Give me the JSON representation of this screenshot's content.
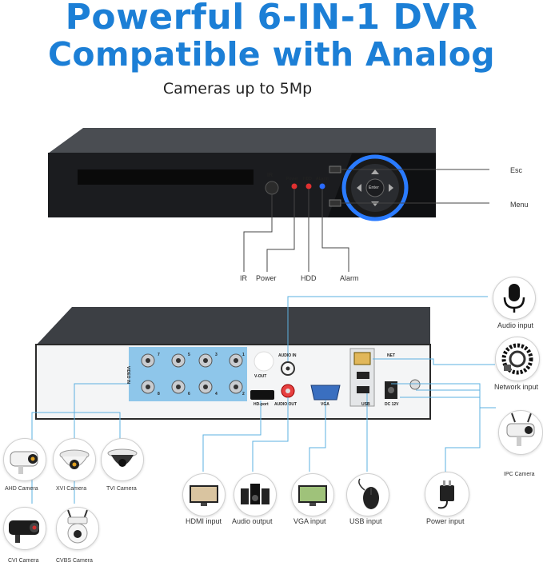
{
  "header": {
    "title_line1": "Powerful 6-IN-1 DVR",
    "title_line2": "Compatible with Analog",
    "subtitle": "Cameras up to 5Mp"
  },
  "front_panel": {
    "ir_mark": "IR",
    "led_labels": [
      "Power",
      "HDD",
      "ALarm"
    ],
    "center_button": "Enter",
    "callouts": {
      "esc": "Esc",
      "menu": "Menu",
      "ir": "IR",
      "power": "Power",
      "hdd": "HDD",
      "alarm": "Alarm"
    }
  },
  "rear_panel": {
    "video_in": "VIDEO IN",
    "vout": "V-OUT",
    "audio_in": "AUDIO IN",
    "hd_port": "HD-port",
    "audio_out": "AUDIO OUT",
    "vga": "VGA",
    "net": "NET",
    "usb": "USB",
    "dc": "DC 12V",
    "bnc_numbers": [
      "7",
      "5",
      "3",
      "1",
      "8",
      "6",
      "4",
      "2"
    ]
  },
  "inputs": {
    "audio_input": "Audio input",
    "network_input": "Network input",
    "ipc_camera": "IPC Camera",
    "hdmi_input": "HDMI input",
    "audio_output": "Audio output",
    "vga_input": "VGA input",
    "usb_input": "USB input",
    "power_input": "Power input"
  },
  "cameras": {
    "ahd": "AHD Camera",
    "xvi": "XVI Camera",
    "tvi": "TVI Camera",
    "cvi": "CVI Camera",
    "cvbs": "CVBS Camera"
  },
  "colors": {
    "headline": "#1c7fd6",
    "accent_ring": "#2a7bff",
    "video_in_panel": "#8ec6ea",
    "led": "#e03030",
    "alarm_led": "#2a6bff",
    "leader_line": "#444444",
    "rear_line": "#5bb0e0"
  }
}
